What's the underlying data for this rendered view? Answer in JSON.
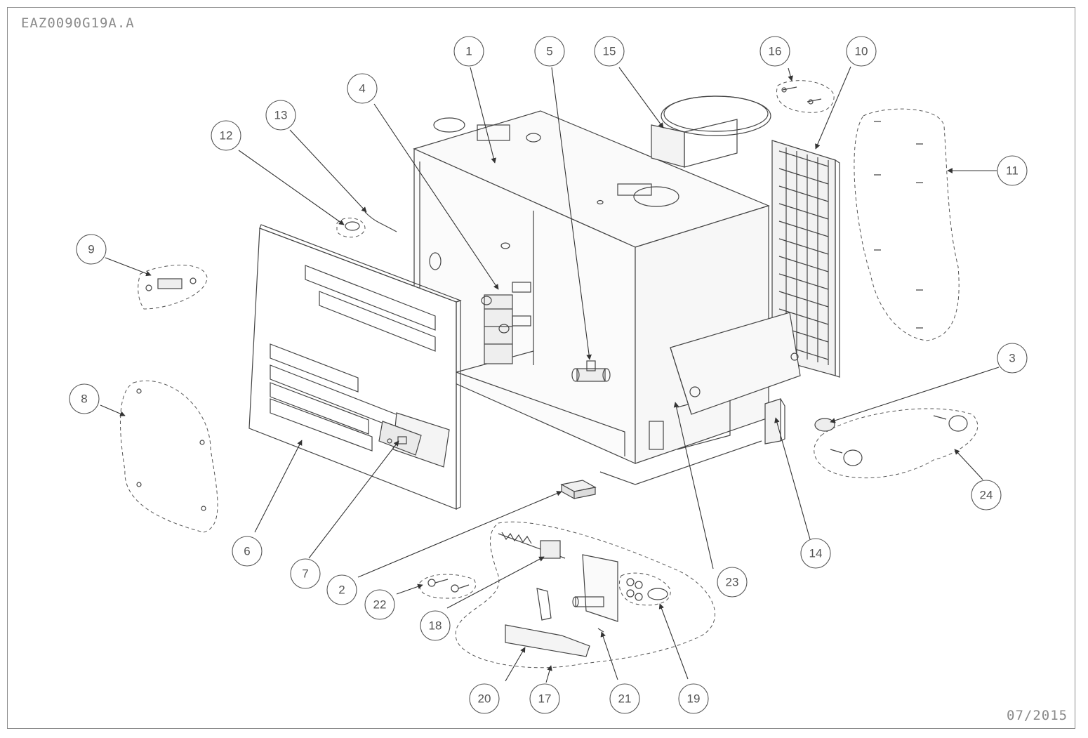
{
  "drawing_code": "EAZ0090G19A.A",
  "date": "07/2015",
  "callouts": [
    "1",
    "2",
    "3",
    "4",
    "5",
    "6",
    "7",
    "8",
    "9",
    "10",
    "11",
    "12",
    "13",
    "14",
    "15",
    "16",
    "17",
    "18",
    "19",
    "20",
    "21",
    "22",
    "23",
    "24"
  ]
}
